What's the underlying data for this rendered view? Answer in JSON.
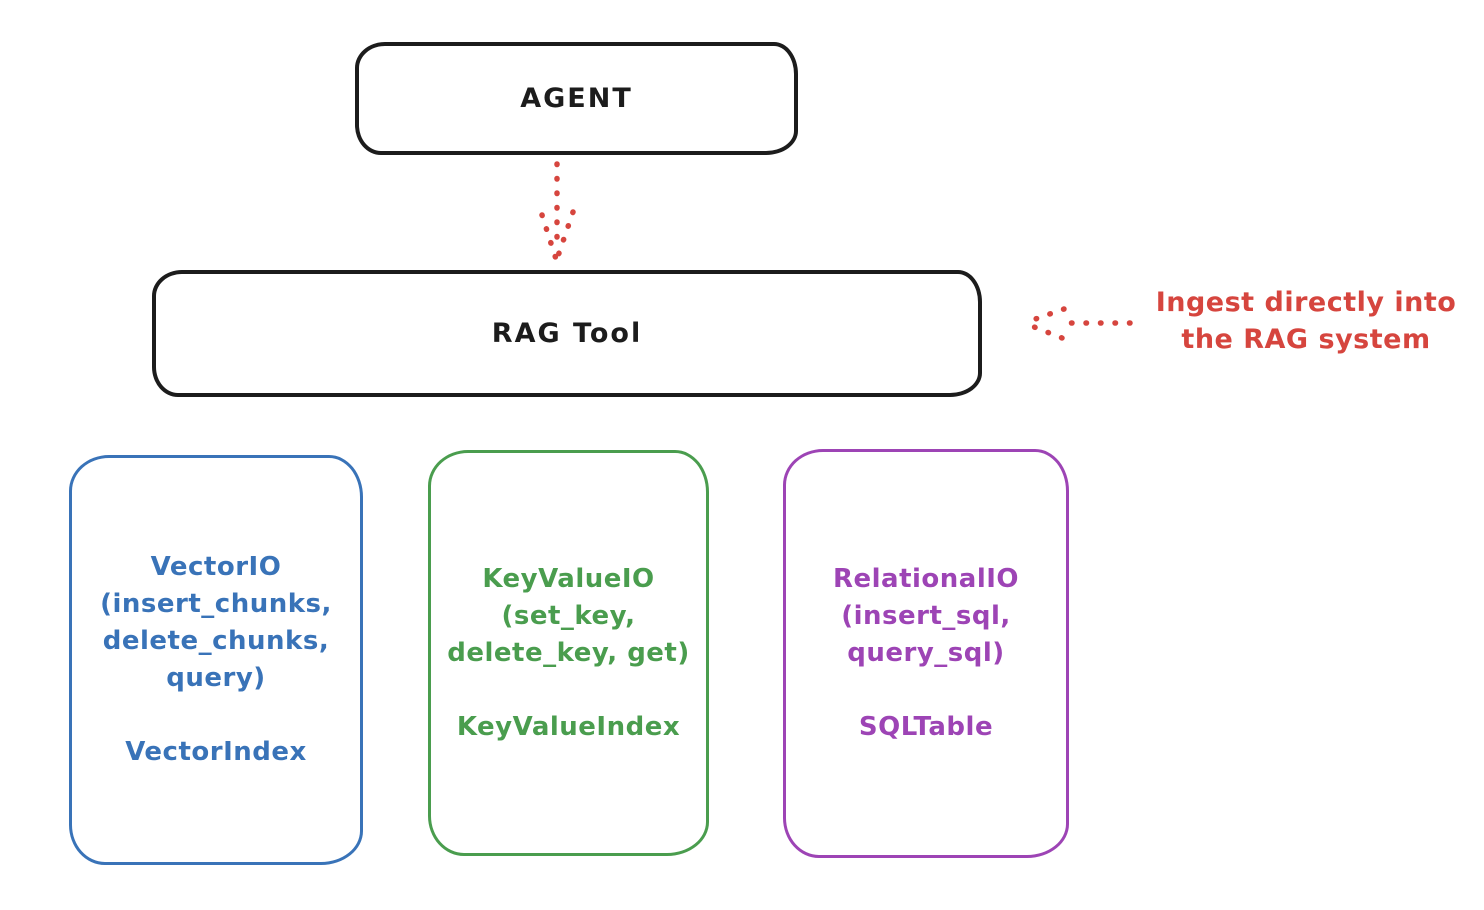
{
  "canvas": {
    "background": "#ffffff"
  },
  "colors": {
    "ink": "#1c1c1c",
    "red": "#d6453e",
    "blue": "#3973b8",
    "green": "#4a9d4e",
    "purple": "#9d44b5"
  },
  "nodes": {
    "agent": {
      "label": "AGENT"
    },
    "rag_tool": {
      "label": "RAG Tool"
    },
    "vector_io": {
      "lines": [
        "VectorIO",
        "(insert_chunks,",
        "delete_chunks,",
        "query)"
      ],
      "index_label": "VectorIndex",
      "color": "#3973b8"
    },
    "key_value_io": {
      "lines": [
        "KeyValueIO",
        "(set_key,",
        "delete_key, get)"
      ],
      "index_label": "KeyValueIndex",
      "color": "#4a9d4e"
    },
    "relational_io": {
      "lines": [
        "RelationalIO",
        "(insert_sql,",
        "query_sql)"
      ],
      "index_label": "SQLTable",
      "color": "#9d44b5"
    }
  },
  "annotation": {
    "lines": [
      "Ingest directly into",
      "the RAG system"
    ],
    "color": "#d6453e"
  },
  "icons": {
    "agent_to_rag_arrow": "dotted-arrow-down",
    "ingest_arrow": "dotted-arrow-left"
  }
}
